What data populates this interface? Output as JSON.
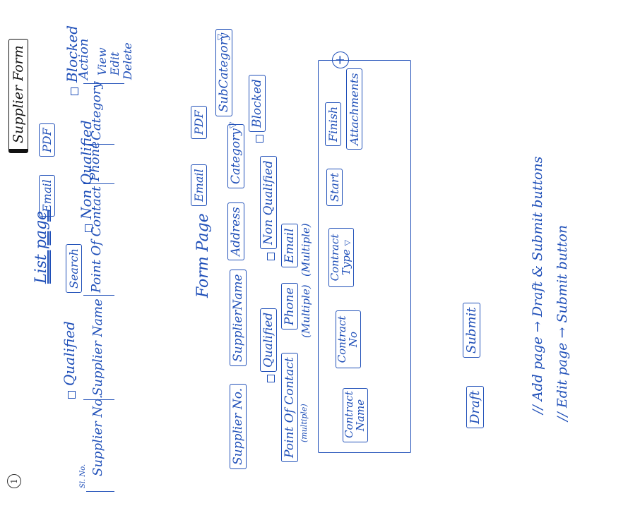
{
  "page_number": "1",
  "title": "Supplier Form",
  "list_page": {
    "heading": "List page",
    "filters": [
      "Qualified",
      "Non Qualified",
      "Blocked"
    ],
    "buttons": {
      "search": "Search",
      "email": "Email",
      "pdf": "PDF"
    },
    "row_marker": "Sl. No.",
    "columns": [
      "Supplier No.",
      "Supplier Name",
      "Point Of Contact",
      "Phone",
      "Category",
      "Action"
    ],
    "actions": [
      "View",
      "Edit",
      "Delete"
    ]
  },
  "form_page": {
    "heading": "Form Page",
    "buttons": {
      "email": "Email",
      "pdf": "PDF"
    },
    "fields": {
      "supplier_no": "Supplier No.",
      "supplier_name": "SupplierName",
      "address": "Address",
      "category": "Category",
      "sub_category": "SubCategory",
      "point_of_contact": "Point Of Contact",
      "point_of_contact_note": "(multiple)",
      "phone": "Phone",
      "phone_note": "(Multiple)",
      "email": "Email",
      "email_note": "(Multiple)"
    },
    "status_options": [
      "Qualified",
      "Non Qualified",
      "Blocked"
    ],
    "contract_fields": [
      "Contract Name",
      "Contract No",
      "Contract Type",
      "Start",
      "Finish",
      "Attachments"
    ],
    "add_symbol": "+",
    "actions": {
      "draft": "Draft",
      "submit": "Submit"
    }
  },
  "notes": [
    "// Add page → Draft & Submit buttons",
    "// Edit page → Submit button"
  ]
}
